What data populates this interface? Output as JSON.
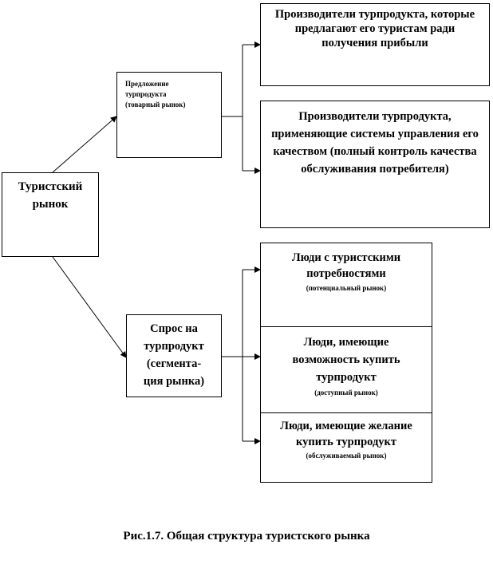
{
  "diagram": {
    "root": "Туристский рынок",
    "supply": {
      "line1": "Предложение",
      "line2": "турпродукта",
      "line3": "(товарный рынок)"
    },
    "supply_targets": [
      "Производители турпродукта, которые предлагают его туристам ради получения прибыли",
      "Производители турпродукта, применяющие системы управления его качеством (полный контроль качества обслуживания потребителя)"
    ],
    "demand": {
      "line1": "Спрос на",
      "line2": "турпродукт",
      "line3": "(сегмента-",
      "line4": "ция рынка)"
    },
    "demand_targets": [
      {
        "main": "Люди с туристскими потребностями",
        "sub": "(потенциальный рынок)"
      },
      {
        "main": "Люди, имеющие возможность купить турпродукт",
        "sub": "(доступный рынок)"
      },
      {
        "main": "Люди, имеющие желание купить турпродукт",
        "sub": "(обслуживаемый рынок)"
      }
    ]
  },
  "caption": "Рис.1.7. Общая структура туристского рынка"
}
